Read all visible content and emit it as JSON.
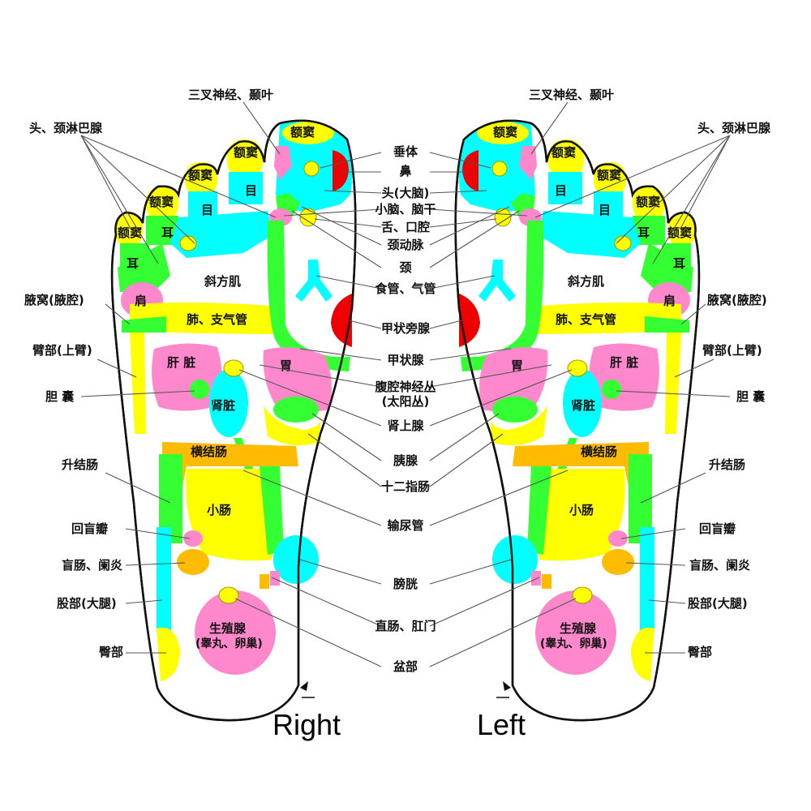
{
  "feet": {
    "right": {
      "caption": "Right",
      "zones": {
        "sinus1": "额窦",
        "sinus2": "额窦",
        "sinus3": "额窦",
        "sinus4": "额窦",
        "sinus5": "额窦",
        "eye1": "目",
        "eye2": "目",
        "ear1": "耳",
        "ear2": "耳",
        "trapezius": "斜方肌",
        "shoulder": "肩",
        "lung": "肺、支气管",
        "liver": "肝 脏",
        "stomach": "胃",
        "kidney": "肾脏",
        "transverse_colon": "横结肠",
        "small_intestine": "小肠",
        "reproductive": "生殖腺",
        "reproductive_sub": "(睾丸、卵巢)"
      },
      "left_labels": {
        "trigeminal": "三叉神经、颞叶",
        "head_neck_lymph": "头、颈淋巴腺",
        "armpit": "腋窝(腋腔)",
        "upper_arm": "臂部(上臂)",
        "gallbladder": "胆 囊",
        "ascending_colon": "升结肠",
        "ileocecal": "回盲瓣",
        "cecum": "盲肠、阑炎",
        "thigh": "股部(大腿)",
        "buttock": "臀部"
      }
    },
    "left": {
      "caption": "Left",
      "zones": {
        "sinus1": "额窦",
        "sinus2": "额窦",
        "sinus3": "额窦",
        "sinus4": "额窦",
        "sinus5": "额窦",
        "eye1": "目",
        "eye2": "目",
        "ear1": "耳",
        "ear2": "耳",
        "trapezius": "斜方肌",
        "shoulder": "肩",
        "lung": "肺、支气管",
        "heart": "肝 脏",
        "stomach": "胃",
        "kidney": "肾脏",
        "transverse_colon": "横结肠",
        "small_intestine": "小肠",
        "reproductive": "生殖腺",
        "reproductive_sub": "(睾丸、卵巢)"
      },
      "right_labels": {
        "trigeminal": "三叉神经、颞叶",
        "head_neck_lymph": "头、颈淋巴腺",
        "armpit": "腋窝(腋腔)",
        "upper_arm": "臂部(上臂)",
        "gallbladder": "胆 囊",
        "ascending_colon": "升结肠",
        "ileocecal": "回盲瓣",
        "cecum": "盲肠、阑炎",
        "thigh": "股部(大腿)",
        "buttock": "臀部"
      }
    }
  },
  "center_labels": {
    "pituitary": "垂体",
    "nose": "鼻",
    "head_brain": "头(大脑)",
    "cerebellum": "小脑、脑干",
    "tongue": "舌、口腔",
    "carotid": "颈动脉",
    "neck": "颈",
    "esophagus": "食管、气管",
    "parathyroid": "甲状旁腺",
    "thyroid": "甲状腺",
    "celiac": "腹腔神经丛",
    "celiac_sub": "(太阳丛)",
    "adrenal": "肾上腺",
    "pancreas": "胰腺",
    "duodenum": "十二指肠",
    "ureter": "输尿管",
    "bladder": "膀胱",
    "rectum": "直肠、肛门",
    "pelvis": "盆部"
  },
  "colors": {
    "yellow": "#ffff00",
    "cyan": "#00ffff",
    "green": "#33ff33",
    "pink": "#ff88cc",
    "orange": "#ffbb00",
    "red": "#ee0000",
    "outline": "#111111"
  }
}
